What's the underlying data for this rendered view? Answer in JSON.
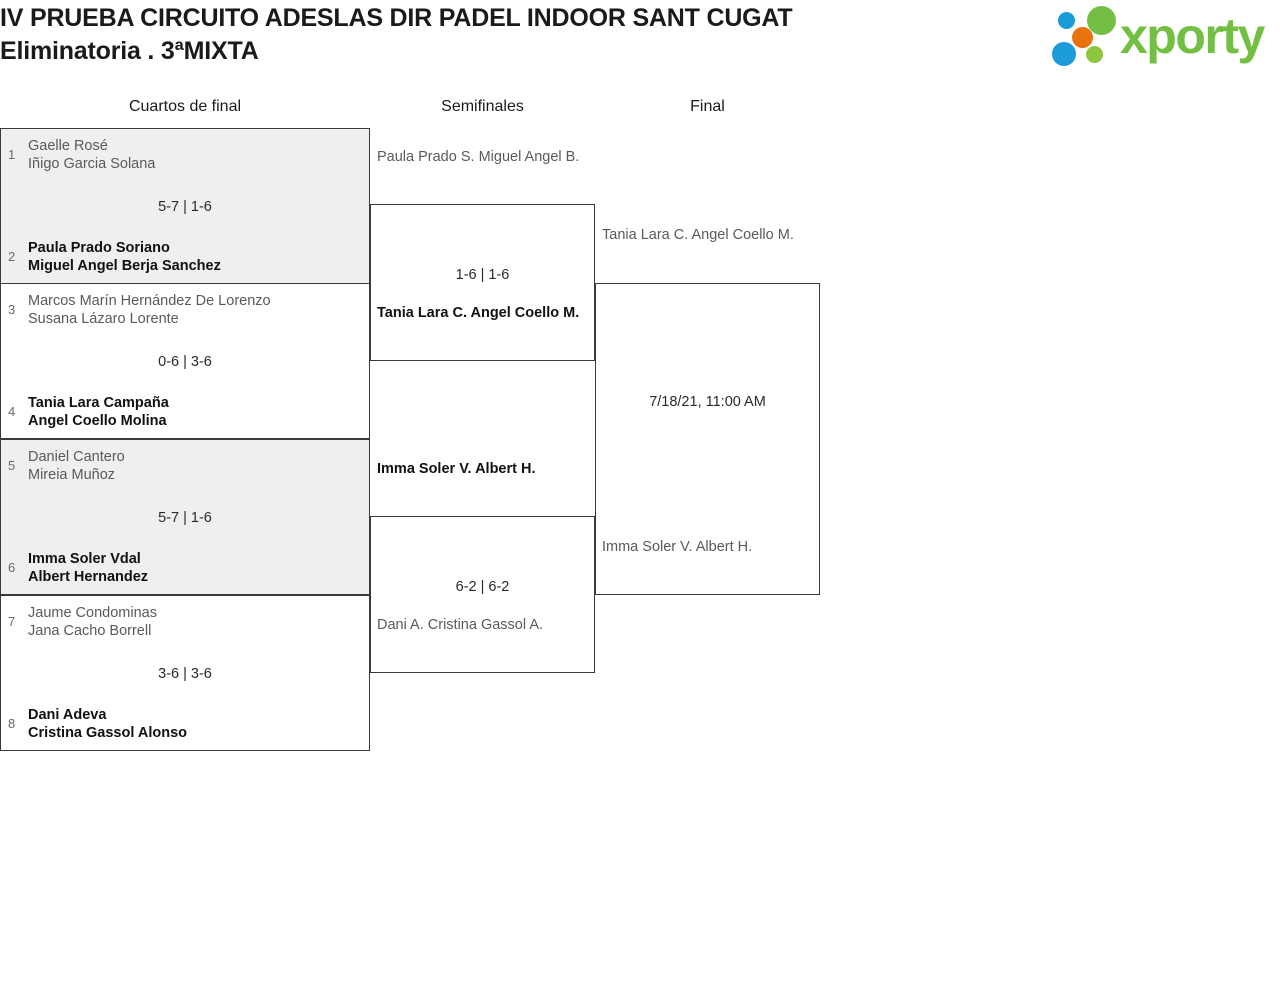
{
  "header": {
    "title_line1": "IV PRUEBA CIRCUITO ADESLAS DIR PADEL INDOOR SANT CUGAT",
    "title_line2": "Eliminatoria . 3ªMIXTA",
    "logo_text": "xporty",
    "logo_colors": {
      "green": "#72bf44",
      "blue": "#1b9bd8",
      "orange": "#e8720c"
    }
  },
  "rounds": [
    {
      "label": "Cuartos de final"
    },
    {
      "label": "Semifinales"
    },
    {
      "label": "Final"
    }
  ],
  "quarterfinals": [
    {
      "shaded": true,
      "score": "5-7 | 1-6",
      "top": {
        "seed": "1",
        "p1": "Gaelle Rosé",
        "p2": "Iñigo Garcia Solana",
        "winner": false
      },
      "bottom": {
        "seed": "2",
        "p1": "Paula Prado Soriano",
        "p2": "Miguel Angel Berja Sanchez",
        "winner": true
      }
    },
    {
      "shaded": false,
      "score": "0-6 | 3-6",
      "top": {
        "seed": "3",
        "p1": "Marcos Marín Hernández De Lorenzo",
        "p2": "Susana Lázaro Lorente",
        "winner": false
      },
      "bottom": {
        "seed": "4",
        "p1": "Tania Lara Campaña",
        "p2": "Angel Coello Molina",
        "winner": true
      }
    },
    {
      "shaded": true,
      "score": "5-7 | 1-6",
      "top": {
        "seed": "5",
        "p1": "Daniel Cantero",
        "p2": "Mireia Muñoz",
        "winner": false
      },
      "bottom": {
        "seed": "6",
        "p1": "Imma Soler Vdal",
        "p2": "Albert Hernandez",
        "winner": true
      }
    },
    {
      "shaded": false,
      "score": "3-6 | 3-6",
      "top": {
        "seed": "7",
        "p1": "Jaume Condominas",
        "p2": "Jana Cacho Borrell",
        "winner": false
      },
      "bottom": {
        "seed": "8",
        "p1": "Dani Adeva",
        "p2": "Cristina Gassol Alonso",
        "winner": true
      }
    }
  ],
  "semifinals": [
    {
      "score": "1-6 | 1-6",
      "top": {
        "p1": "Paula Prado S.",
        "p2": "Miguel Angel B.",
        "winner": false
      },
      "bottom": {
        "p1": "Tania Lara C.",
        "p2": "Angel Coello M.",
        "winner": true
      }
    },
    {
      "score": "6-2 | 6-2",
      "top": {
        "p1": "Imma Soler V.",
        "p2": "Albert H.",
        "winner": true
      },
      "bottom": {
        "p1": "Dani A.",
        "p2": "Cristina Gassol A.",
        "winner": false
      }
    }
  ],
  "final": {
    "schedule": "7/18/21, 11:00 AM",
    "top": {
      "p1": "Tania Lara C.",
      "p2": "Angel Coello M.",
      "winner": false
    },
    "bottom": {
      "p1": "Imma Soler V.",
      "p2": "Albert H.",
      "winner": false
    }
  }
}
